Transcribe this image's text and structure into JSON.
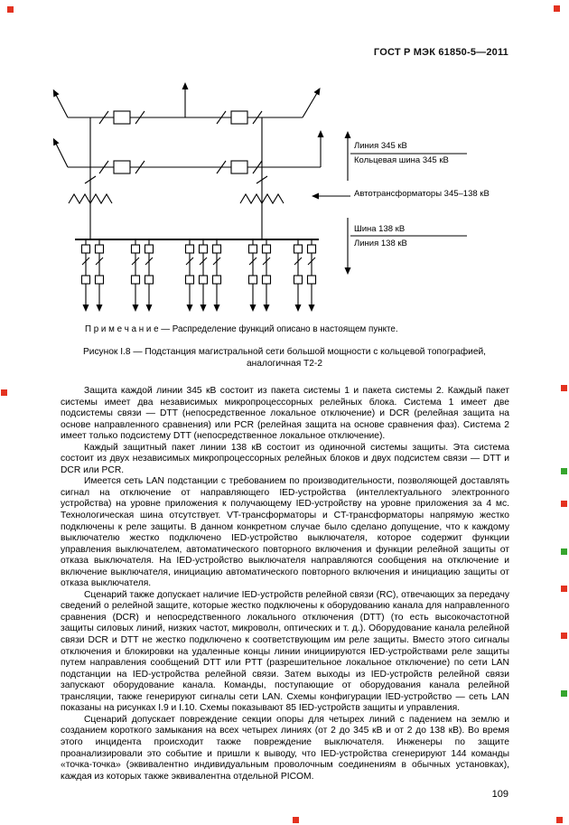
{
  "page": {
    "header": "ГОСТ Р МЭК 61850-5—2011",
    "page_number": "109"
  },
  "figure": {
    "note": "П р и м е ч а н и е — Распределение функций описано в настоящем пункте.",
    "caption_line1": "Рисунок I.8 — Подстанция магистральной сети большой мощности с кольцевой  топографией,",
    "caption_line2": "аналогичная Т2-2",
    "labels": {
      "line_345": "Линия 345 кВ",
      "ring_bus_345": "Кольцевая шина 345 кВ",
      "autotransformers": "Автотрансформаторы 345–138 кВ",
      "bus_138": "Шина 138 кВ",
      "line_138": "Линия 138 кВ"
    }
  },
  "body": {
    "paragraphs": [
      "Защита каждой линии 345 кВ состоит из пакета системы 1 и пакета системы 2. Каждый пакет системы имеет два независимых микропроцессорных релейных блока. Система 1 имеет две подсистемы связи — DTT (непосредственное локальное отключение) и DCR (релейная защита на основе направленного сравнения) или PCR (релейная защита на основе сравнения фаз). Система 2 имеет только подсистему DTT (непосредственное локальное отключение).",
      "Каждый защитный пакет линии 138 кВ состоит из одиночной системы защиты. Эта система состоит из двух независимых микропроцессорных релейных блоков и двух подсистем связи — DTT и DCR или PCR.",
      "Имеется сеть LAN подстанции с требованием по производительности, позволяющей доставлять сигнал на отключение от направляющего IED-устройства (интеллектуального электронного устройства) на уровне приложения к получающему IED-устройству на уровне приложения за 4 мс. Технологическая шина отсутствует. VT-трансформаторы и CT-трансформаторы напрямую жестко подключены к реле защиты. В данном конкретном случае было сделано допущение, что к каждому выключателю жестко подключено IED-устройство выключателя, которое содержит функции управления выключателем, автоматического повторного включения и функции релейной защиты от отказа выключателя. На IED-устройство выключателя направляются сообщения на отключение и включение выключателя, инициацию автоматического повторного включения и инициацию защиты от отказа выключателя.",
      "Сценарий также допускает наличие IED-устройств релейной связи (RC), отвечающих за передачу сведений о релейной защите, которые жестко подключены к оборудованию канала для направленного сравнения (DCR) и непосредственного локального отключения (DTT) (то есть высокочастотной защиты силовых линий, низких частот, микроволн, оптических и т. д.). Оборудование канала релейной связи DCR и DTT не жестко подключено к соответствующим им реле защиты. Вместо этого сигналы отключения и блокировки на удаленные концы линии инициируются IED-устройствами реле защиты путем направления сообщений DTT или PTT (разрешительное локальное отключение) по сети LAN подстанции на IED-устройства релейной связи. Затем выходы из IED-устройств релейной связи запускают оборудование канала. Команды, поступающие от оборудования канала релейной трансляции, также генерируют сигналы сети LAN. Схемы конфигурации IED-устройство — сеть LAN показаны на рисунках I.9 и I.10. Схемы показывают 85 IED-устройств защиты и управления.",
      "Сценарий допускает повреждение секции опоры для четырех линий с падением на землю и созданием короткого замыкания на всех четырех линиях (от 2 до 345 кВ и от 2 до 138 кВ). Во время этого инцидента происходит также повреждение выключателя. Инженеры по защите проанализировали это событие и пришли к выводу, что IED-устройства сгенерируют 144 команды «точка-точка» (эквивалентно индивидуальным проволочным соединениям в обычных установках), каждая из которых также эквивалентна отдельной PICOM."
    ]
  }
}
